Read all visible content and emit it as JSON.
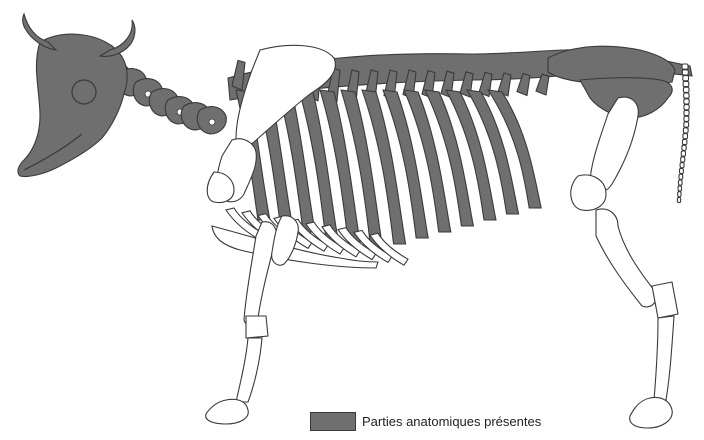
{
  "diagram": {
    "legend": {
      "label": "Parties anatomiques présentes",
      "present_color": "#6f6f6f",
      "absent_color": "#ffffff",
      "outline_color": "#3a3a3a"
    },
    "bones_present": [
      "skull",
      "horns",
      "cervical-vertebrae",
      "ribs",
      "thoracic-vertebrae",
      "lumbar-vertebrae",
      "sacrum",
      "pelvis"
    ],
    "bones_absent": [
      "scapula",
      "humerus",
      "radius-ulna",
      "forelimb-carpals",
      "forelimb-metacarpal",
      "forelimb-phalanges",
      "femur",
      "tibia",
      "hindlimb-tarsals",
      "hindlimb-metatarsal",
      "hindlimb-phalanges",
      "caudal-vertebrae",
      "sternum",
      "costal-cartilages"
    ]
  }
}
